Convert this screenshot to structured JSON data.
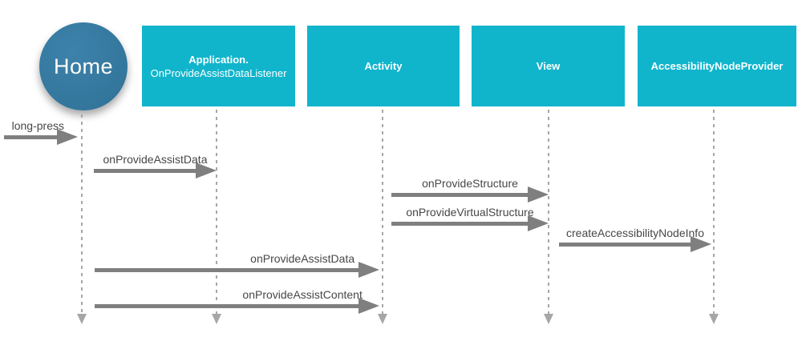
{
  "colors": {
    "actor_fill": "#10b5cc",
    "home_fill": "#35789e",
    "arrow": "#7f7f7f",
    "lifeline": "#a6a6a6",
    "label_text": "#474747"
  },
  "actors": {
    "home": {
      "label": "Home"
    },
    "application": {
      "title": "Application.",
      "subtitle": "OnProvideAssistDataListener"
    },
    "activity": {
      "title": "Activity"
    },
    "view": {
      "title": "View"
    },
    "accessibility_node_provider": {
      "title": "AccessibilityNodeProvider"
    }
  },
  "messages": {
    "long_press": {
      "label": "long-press",
      "to": "Home"
    },
    "on_provide_assist_data_to_application": {
      "label": "onProvideAssistData",
      "from": "Home",
      "to": "Application.OnProvideAssistDataListener"
    },
    "on_provide_structure": {
      "label": "onProvideStructure",
      "from": "Activity",
      "to": "View"
    },
    "on_provide_virtual_structure": {
      "label": "onProvideVirtualStructure",
      "from": "Activity",
      "to": "View"
    },
    "create_accessibility_node_info": {
      "label": "createAccessibilityNodeInfo",
      "from": "View",
      "to": "AccessibilityNodeProvider"
    },
    "on_provide_assist_data_to_activity": {
      "label": "onProvideAssistData",
      "from": "Home",
      "to": "Activity"
    },
    "on_provide_assist_content": {
      "label": "onProvideAssistContent",
      "from": "Home",
      "to": "Activity"
    }
  }
}
